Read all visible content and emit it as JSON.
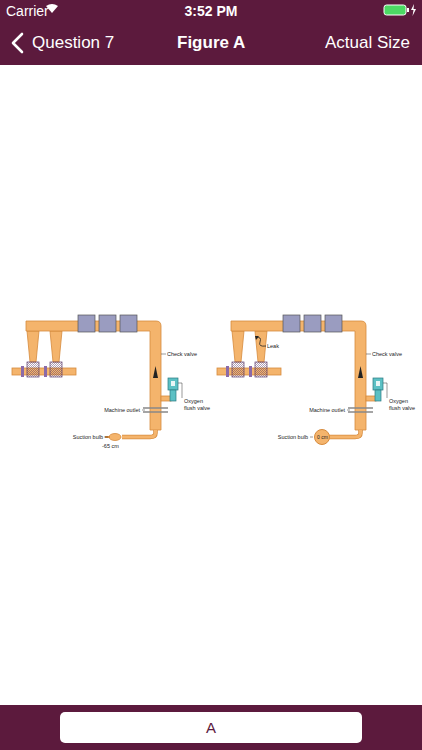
{
  "diagram": {
    "nodes": [
      {
        "text": [
          "Question 7",
          "Figure A",
          "Actual Size"
        ]
      },
      {
        "text": [
          "0 cm"
        ]
      },
      {
        "text": [
          "A"
        ]
      }
    ],
    "labels": [
      "Carrier",
      "3:52 PM",
      "Check valve",
      "Oxygen flush valve",
      "Machine outlet",
      "Suction bulb",
      "-65 cm",
      "Leak",
      "Check valve",
      "Oxygen flush valve",
      "Machine outlet",
      "Suction bulb"
    ]
  }
}
